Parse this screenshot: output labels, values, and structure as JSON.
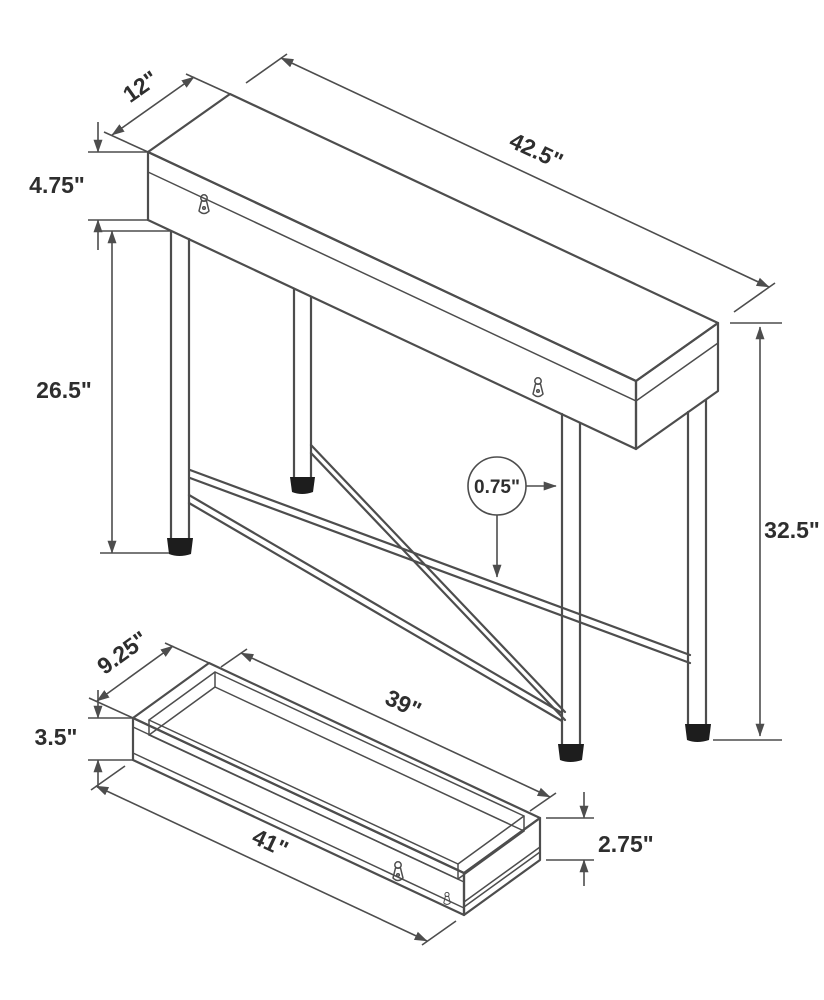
{
  "style": {
    "background": "#ffffff",
    "line_color": "#4d4d4d",
    "text_color": "#2e2e2e",
    "foot_color": "#1d1d1d"
  },
  "diagram": {
    "subject": "console table dimension drawing",
    "units": "inches",
    "table_view": {
      "top_depth": "12\"",
      "top_length": "42.5\"",
      "apron_height": "4.75\"",
      "leg_height": "26.5\"",
      "overall_height": "32.5\"",
      "frame_tube_thickness": "0.75\""
    },
    "drawer_view": {
      "depth": "9.25\"",
      "inner_length": "39\"",
      "front_height": "3.5\"",
      "outer_length": "41\"",
      "side_height": "2.75\""
    }
  }
}
